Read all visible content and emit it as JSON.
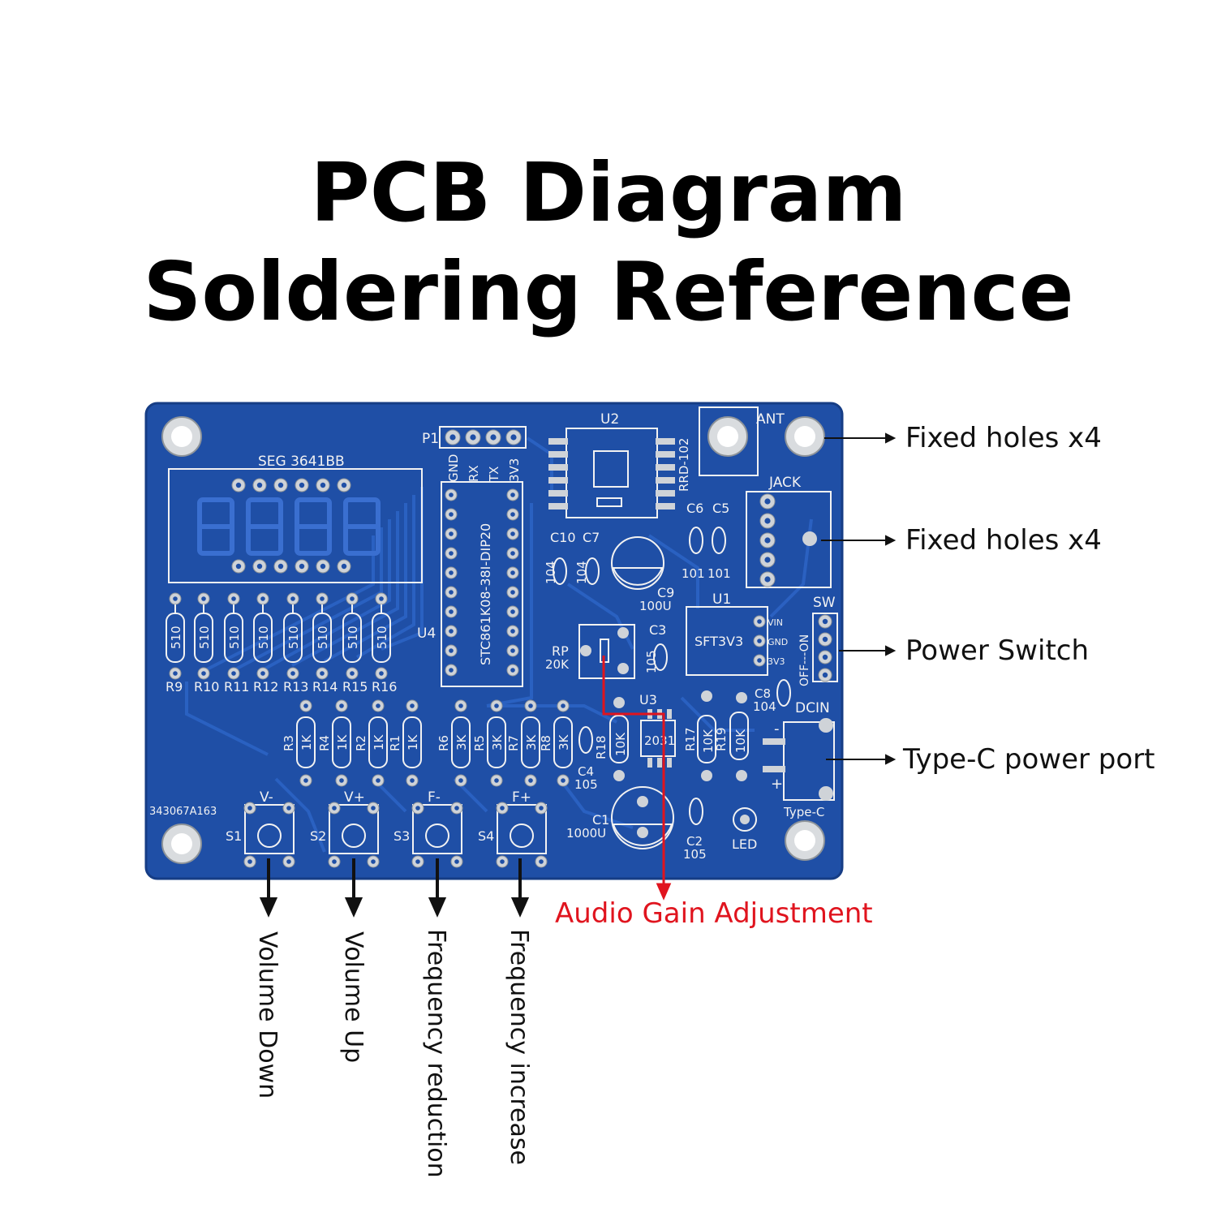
{
  "title": {
    "line1": "PCB Diagram",
    "line2": "Soldering Reference"
  },
  "annotations": {
    "fixed_holes_top": "Fixed holes x4",
    "fixed_holes_jack": "Fixed holes x4",
    "power_switch": "Power Switch",
    "typec_port": "Type-C power port",
    "audio_gain": "Audio Gain Adjustment",
    "volume_down": "Volume Down",
    "volume_up": "Volume Up",
    "frequency_reduction": "Frequency reduction",
    "frequency_increase": "Frequency increase"
  },
  "board": {
    "seg": "SEG  3641BB",
    "p1": "P1",
    "header_pins": [
      "GND",
      "RX",
      "TX",
      "3V3"
    ],
    "u4_name": "U4",
    "u4_chip": "STC861K08-38I-DIP20",
    "u2_name": "U2",
    "u2_module": "RRD-102",
    "ant": "ANT",
    "jack": "JACK",
    "c6": "C6",
    "c5": "C5",
    "c6_val": "101",
    "c5_val": "101",
    "c10": "C10",
    "c7": "C7",
    "c10_val": "104",
    "c7_val": "104",
    "c9": "C9",
    "c9_val": "100U",
    "u1": "U1",
    "u1_chip": "SFT3V3",
    "u1_pins": [
      "VIN",
      "GND",
      "3V3"
    ],
    "sw": "SW",
    "sw_label": "OFF---ON",
    "rp": "RP",
    "rp_val": "20K",
    "c3": "C3",
    "c3_val": "105",
    "c8": "C8",
    "c8_val": "104",
    "dcin": "DCIN",
    "typec": "Type-C",
    "u3": "U3",
    "u3_chip": "2031",
    "r510_vals": [
      "510",
      "510",
      "510",
      "510",
      "510",
      "510",
      "510",
      "510"
    ],
    "r510_names": [
      "R9",
      "R10",
      "R11",
      "R12",
      "R13",
      "R14",
      "R15",
      "R16"
    ],
    "lower_res": [
      {
        "name": "R3",
        "val": "1K"
      },
      {
        "name": "R4",
        "val": "1K"
      },
      {
        "name": "R2",
        "val": "1K"
      },
      {
        "name": "R1",
        "val": "1K"
      },
      {
        "name": "R6",
        "val": "3K"
      },
      {
        "name": "R5",
        "val": "3K"
      },
      {
        "name": "R7",
        "val": "3K"
      },
      {
        "name": "R8",
        "val": "3K"
      }
    ],
    "c4": "C4",
    "c4_val": "105",
    "r18": "R18",
    "r18_val": "10K",
    "r17": "R17",
    "r17_val": "10K",
    "r19": "R19",
    "r19_val": "10K",
    "c1": "C1",
    "c1_val": "1000U",
    "c2": "C2",
    "c2_val": "105",
    "led": "LED",
    "code": "343067A163",
    "buttons": [
      {
        "name": "S1",
        "label": "V-"
      },
      {
        "name": "S2",
        "label": "V+"
      },
      {
        "name": "S3",
        "label": "F-"
      },
      {
        "name": "S4",
        "label": "F+"
      }
    ],
    "minus": "-",
    "plus": "+"
  },
  "colors": {
    "board": "#1f4fa6",
    "board_edge": "#163d85",
    "trace": "#2a5cb8",
    "silk": "#f2f2f2",
    "pad": "#cfd3d8",
    "accent_red": "#e0141e"
  }
}
